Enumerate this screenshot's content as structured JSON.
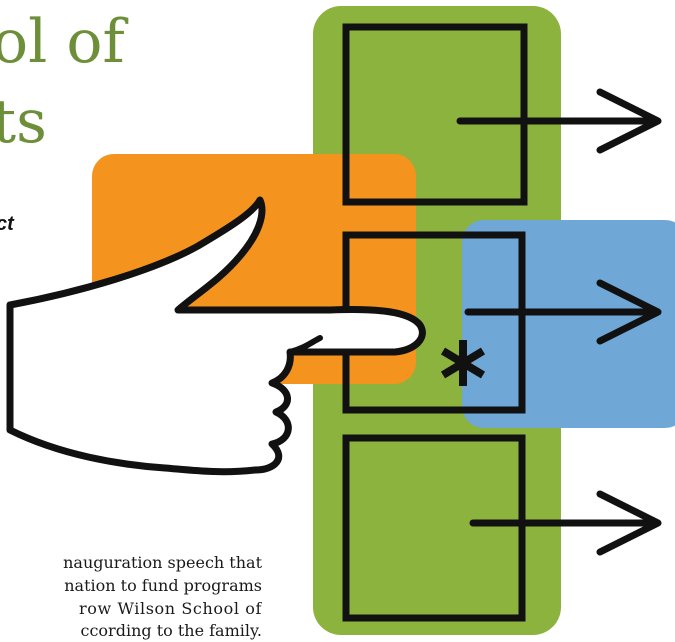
{
  "heading": {
    "line1": "ol of",
    "line2": "ts",
    "subheading": "ct"
  },
  "body_text": [
    "nauguration speech that",
    "nation to fund programs",
    "row Wilson School of",
    "ccording to the family."
  ],
  "colors": {
    "title_green": "#6e8f3a",
    "panel_green": "#8db33f",
    "orange": "#f4941f",
    "blue": "#6fa7d6",
    "ink": "#111111"
  },
  "illustration": {
    "icons": [
      "pointing-hand-icon",
      "asterisk-icon",
      "arrow-right-icon"
    ]
  }
}
